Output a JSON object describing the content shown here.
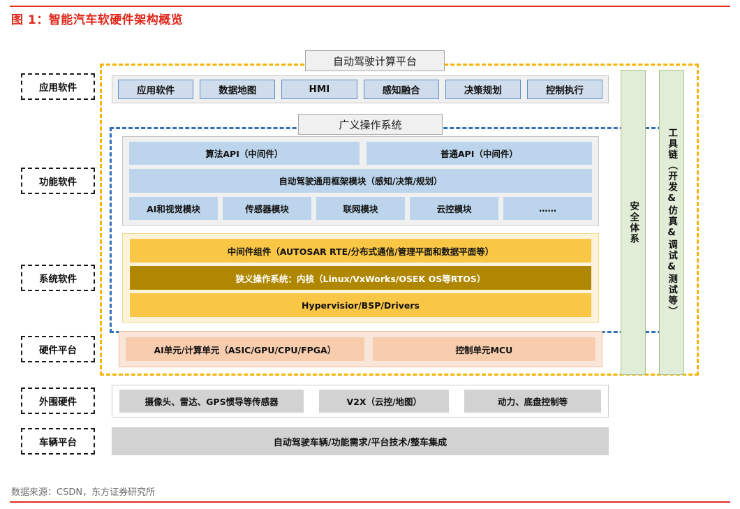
{
  "figure": {
    "title": "图 1：智能汽车软硬件架构概览",
    "source": "数据来源：CSDN，东方证券研究所",
    "accent_color": "#e0281c"
  },
  "captions": {
    "auto_platform": "自动驾驶计算平台",
    "general_os": "广义操作系统"
  },
  "tiers": [
    {
      "label": "应用软件"
    },
    {
      "label": "功能软件"
    },
    {
      "label": "系统软件"
    },
    {
      "label": "硬件平台"
    },
    {
      "label": "外围硬件"
    },
    {
      "label": "车辆平台"
    }
  ],
  "application_layer": {
    "cells": [
      "应用软件",
      "数据地图",
      "HMI",
      "感知融合",
      "决策规划",
      "控制执行"
    ]
  },
  "functional_layer": {
    "api_row": [
      "算法API（中间件）",
      "普通API（中间件）"
    ],
    "framework": "自动驾驶通用框架模块（感知/决策/规划）",
    "modules": [
      "AI和视觉模块",
      "传感器模块",
      "联网模块",
      "云控模块",
      "……"
    ]
  },
  "system_layer": {
    "rows": [
      "中间件组件（AUTOSAR RTE/分布式通信/管理平面和数据平面等）",
      "狭义操作系统：内核（Linux/VxWorks/OSEK OS等RTOS）",
      "Hypervisior/BSP/Drivers"
    ]
  },
  "hardware_layer": {
    "cells": [
      "AI单元/计算单元（ASIC/GPU/CPU/FPGA）",
      "控制单元MCU"
    ]
  },
  "peripheral_layer": {
    "cells": [
      "摄像头、雷达、GPS惯导等传感器",
      "V2X（云控/地图）",
      "动力、底盘控制等"
    ]
  },
  "vehicle_layer": {
    "label": "自动驾驶车辆/功能需求/平台技术/整车集成"
  },
  "side_columns": [
    {
      "label": "安全体系"
    },
    {
      "label": "工具链（开发&仿真&调试&测试等）"
    }
  ],
  "colors": {
    "orange_dashed": "#f5b301",
    "blue_dashed": "#2f70b8",
    "app_block": "#cfdcec",
    "func_block": "#bcd5ec",
    "sys_block": "#f9c646",
    "sys_kernel": "#b08700",
    "hw_block": "#f8cdae",
    "grey_block": "#d2d2d2",
    "green_column": "#e2edd8"
  }
}
